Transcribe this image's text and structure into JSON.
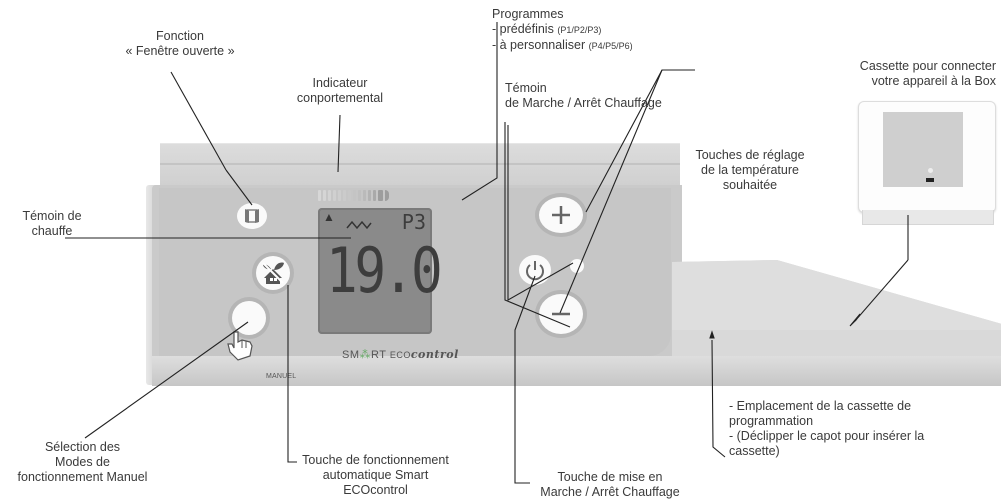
{
  "labels": {
    "fenetre": {
      "line1": "Fonction",
      "line2": "« Fenêtre ouverte »"
    },
    "indicateur": {
      "line1": "Indicateur",
      "line2": "conportemental"
    },
    "programmes": {
      "title": "Programmes",
      "item1": "- prédéfinis",
      "item1_small": "(P1/P2/P3)",
      "item2": "- à personnaliser",
      "item2_small": "(P4/P5/P6)"
    },
    "temoin_marche": {
      "line1": "Témoin",
      "line2": "de Marche / Arrêt Chauffage"
    },
    "cassette_box": {
      "line1": "Cassette pour connecter",
      "line2": "votre appareil à la Box"
    },
    "touches_reglage": {
      "line1": "Touches de réglage",
      "line2": "de la température",
      "line3": "souhaitée"
    },
    "temoin_chauffe": {
      "line1": "Témoin de",
      "line2": "chauffe"
    },
    "selection_modes": {
      "line1": "Sélection des",
      "line2": "Modes de",
      "line3": "fonctionnement Manuel"
    },
    "touche_auto": {
      "line1": "Touche de fonctionnement",
      "line2": "automatique Smart",
      "line3": "ECOcontrol"
    },
    "touche_marche": {
      "line1": "Touche de mise en",
      "line2": "Marche / Arrêt Chauffage"
    },
    "emplacement": {
      "line1": "- Emplacement de la cassette de",
      "line2": "programmation",
      "line3": "- (Déclipper le capot pour insérer la",
      "line4": "cassette)"
    }
  },
  "device": {
    "lcd": {
      "temperature": "19.0",
      "program": "P3",
      "mode_arrow": "▲",
      "heating_wave": "〰"
    },
    "manuel_label": "MANUEL",
    "brand": {
      "smart": "SM",
      "art": "RT",
      "eco": "ECO",
      "control": "control"
    },
    "buttons": {
      "plus": "+",
      "minus": "−",
      "power": "⏻"
    },
    "behaviour_bars": 14,
    "colors": {
      "panel": "#c6c6c6",
      "lcd": "#8a8a8a",
      "digits": "#3d3d3d",
      "button": "#fafafa"
    }
  }
}
